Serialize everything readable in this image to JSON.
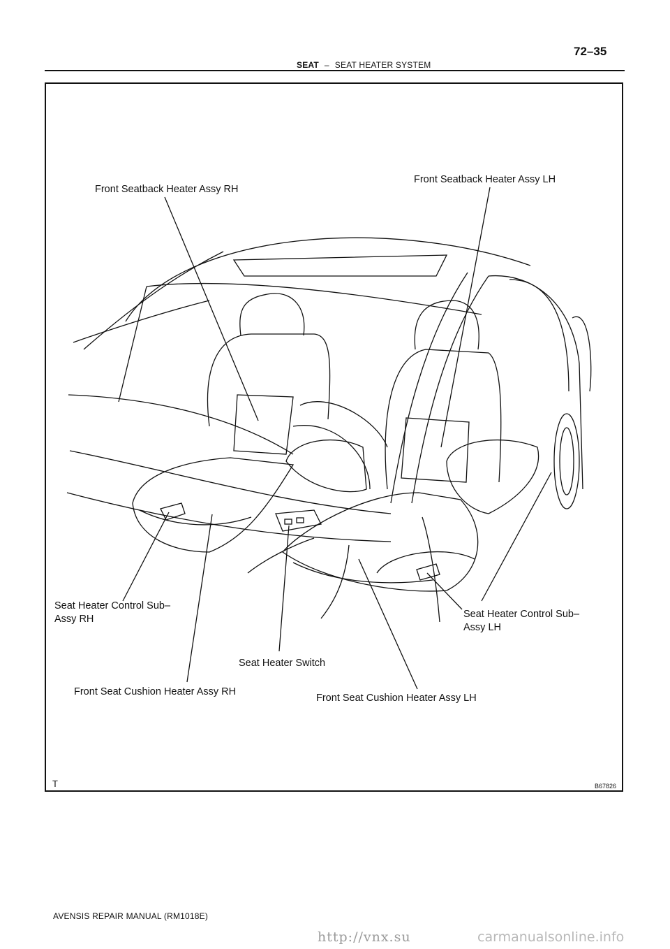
{
  "header": {
    "page_number": "72–35",
    "section": "SEAT",
    "separator": "–",
    "subsection": "SEAT HEATER SYSTEM"
  },
  "figure": {
    "callouts": {
      "seatback_rh": "Front Seatback Heater Assy  RH",
      "seatback_lh": "Front Seatback Heater Assy LH",
      "control_rh": "Seat  Heater  Control  Sub–\nAssy RH",
      "control_lh": "Seat  Heater  Control  Sub–\nAssy LH",
      "switch": "Seat Heater Switch",
      "cushion_rh": "Front Seat Cushion Heater Assy RH",
      "cushion_lh": "Front Seat Cushion Heater Assy LH"
    },
    "corner_mark": "T",
    "figure_code": "B67826"
  },
  "footer": {
    "manual": "AVENSIS REPAIR MANUAL   (RM1018E)"
  },
  "watermark": {
    "link": "http://vnx.su",
    "site": "carmanualsonline.info"
  }
}
